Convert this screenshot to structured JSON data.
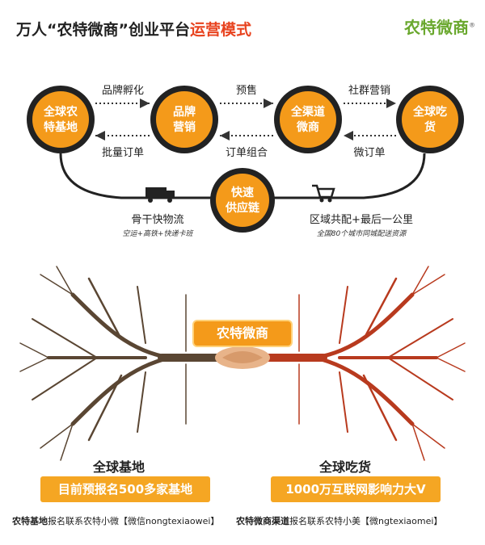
{
  "header": {
    "title_main": "万人“农特微商”创业平台",
    "title_highlight": "运营模式",
    "logo": "农特微商",
    "logo_mark": "®"
  },
  "flow": {
    "nodes": [
      {
        "id": "base",
        "lines": [
          "全球农",
          "特基地"
        ]
      },
      {
        "id": "brand",
        "lines": [
          "品牌",
          "营销"
        ]
      },
      {
        "id": "channel",
        "lines": [
          "全渠道",
          "微商"
        ]
      },
      {
        "id": "consumer",
        "lines": [
          "全球吃",
          "货"
        ]
      },
      {
        "id": "supply",
        "lines": [
          "快速",
          "供应链"
        ]
      }
    ],
    "top_labels": [
      "品牌孵化",
      "预售",
      "社群营销"
    ],
    "bottom_labels": [
      "批量订单",
      "订单组合",
      "微订单"
    ],
    "left_caption": "骨干快物流",
    "left_sub": "空运+高铁+快递卡班",
    "right_caption": "区域共配+最后一公里",
    "right_sub": "全国80个城市同城配送资源",
    "truck_icon": "truck-icon",
    "cart_icon": "cart-icon"
  },
  "trees": {
    "center_label": "农特微商",
    "left_title": "全球基地",
    "left_box": "目前预报名500多家基地",
    "right_title": "全球吃货",
    "right_box": "1000万互联网影响力大V",
    "colors": {
      "left": "#5a4633",
      "right": "#b83a1e",
      "accent": "#f5a623"
    }
  },
  "footer": {
    "left_bold": "农特基地",
    "left_text": "报名联系农特小微【微信nongtexiaowei】",
    "right_bold": "农特微商渠道",
    "right_text": "报名联系农特小美【微",
    "right_tail": "ngtexiaomei】"
  }
}
